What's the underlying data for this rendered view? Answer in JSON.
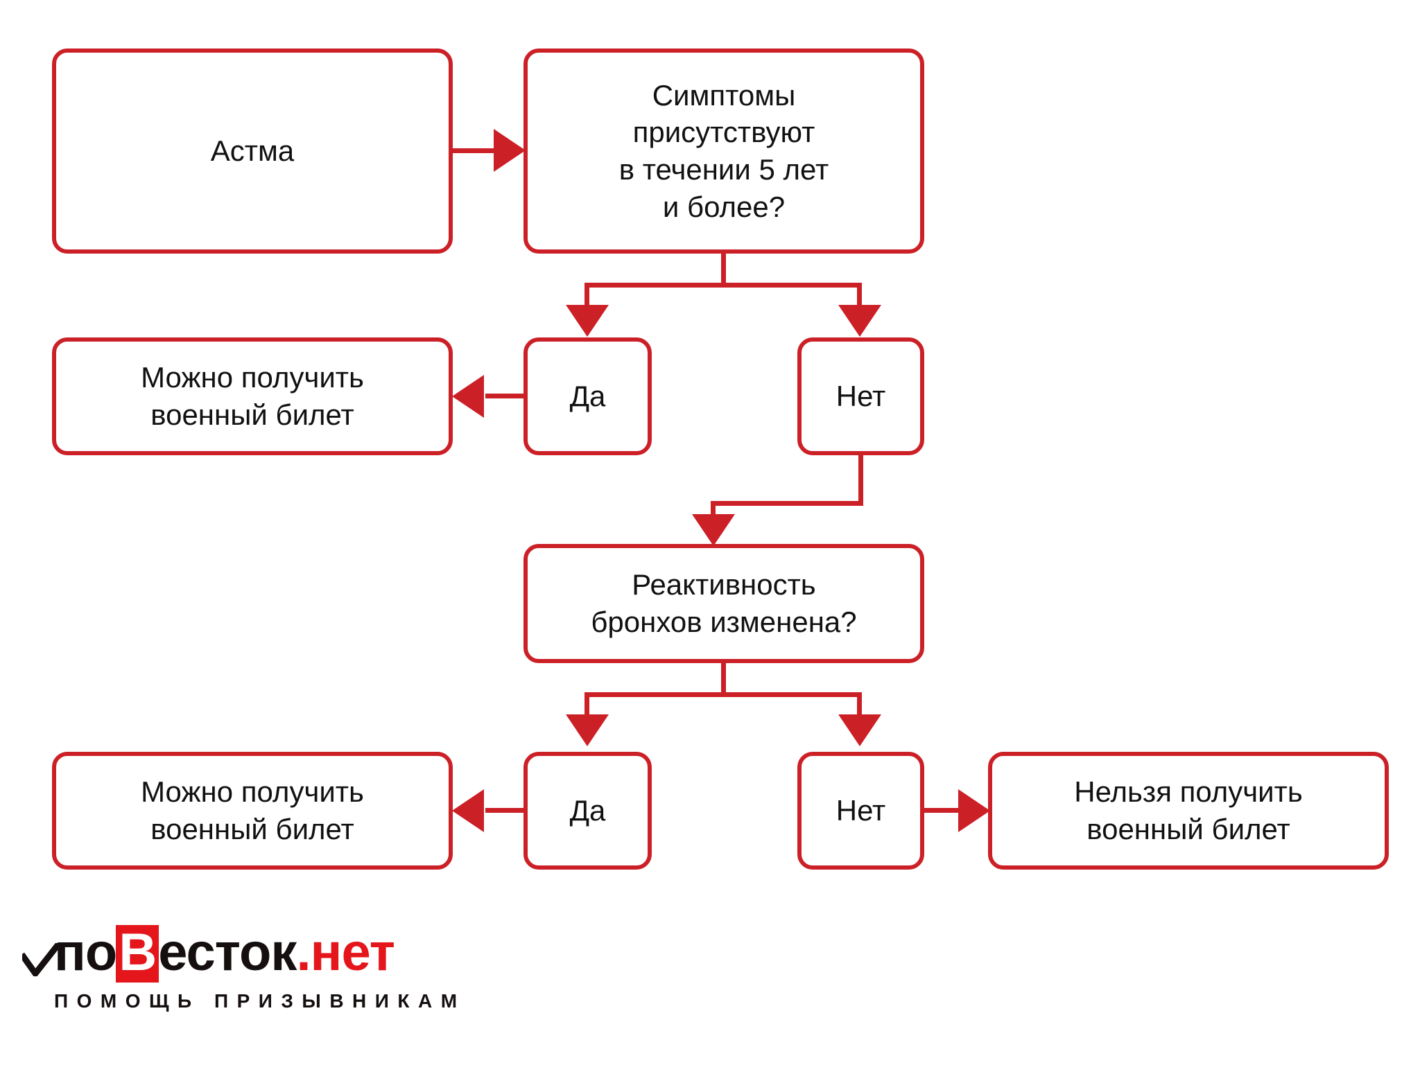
{
  "page": {
    "background_color": "#ffffff",
    "accent_color": "#cc2027",
    "text_color": "#111111"
  },
  "flowchart": {
    "nodes": {
      "start": {
        "label": "Астма"
      },
      "question_symptoms": {
        "label": "Симптомы\nприсутствуют\nв течении 5 лет\nи более?"
      },
      "answer_yes_1": {
        "label": "Да"
      },
      "answer_no_1": {
        "label": "Нет"
      },
      "result_allowed_1": {
        "label": "Можно получить\nвоенный билет"
      },
      "question_reactivity": {
        "label": "Реактивность\nбронхов изменена?"
      },
      "answer_yes_2": {
        "label": "Да"
      },
      "answer_no_2": {
        "label": "Нет"
      },
      "result_allowed_2": {
        "label": "Можно получить\nвоенный билет"
      },
      "result_denied": {
        "label": "Нельзя получить\nвоенный билет"
      }
    },
    "edges": [
      {
        "from": "start",
        "to": "question_symptoms",
        "direction": "right"
      },
      {
        "from": "question_symptoms",
        "to": "answer_yes_1",
        "direction": "down"
      },
      {
        "from": "question_symptoms",
        "to": "answer_no_1",
        "direction": "down"
      },
      {
        "from": "answer_yes_1",
        "to": "result_allowed_1",
        "direction": "left"
      },
      {
        "from": "answer_no_1",
        "to": "question_reactivity",
        "direction": "down"
      },
      {
        "from": "question_reactivity",
        "to": "answer_yes_2",
        "direction": "down"
      },
      {
        "from": "question_reactivity",
        "to": "answer_no_2",
        "direction": "down"
      },
      {
        "from": "answer_yes_2",
        "to": "result_allowed_2",
        "direction": "left"
      },
      {
        "from": "answer_no_2",
        "to": "result_denied",
        "direction": "right"
      }
    ]
  },
  "logo": {
    "part_black_1": "по",
    "part_boxed": "В",
    "part_black_2": "есток",
    "part_red": ".нет",
    "tagline": "ПОМОЩЬ ПРИЗЫВНИКАМ",
    "box_color": "#e4151b",
    "red_color": "#e4151b",
    "black_color": "#15100f"
  }
}
